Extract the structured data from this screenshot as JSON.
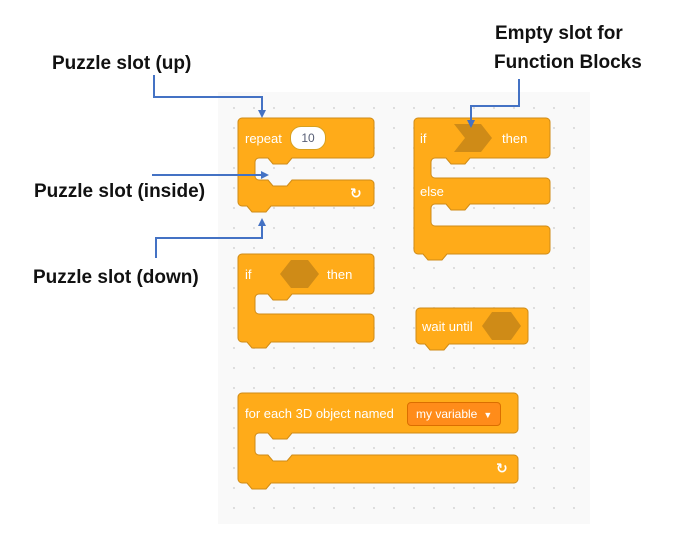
{
  "labels": {
    "slot_up": "Puzzle slot (up)",
    "slot_inside": "Puzzle slot (inside)",
    "slot_down": "Puzzle slot (down)",
    "empty_slot_line1": "Empty slot for",
    "empty_slot_line2": "Function Blocks"
  },
  "blocks": {
    "repeat": {
      "label": "repeat",
      "value": "10",
      "loop_icon": "loop-arrow-icon"
    },
    "if_else": {
      "if": "if",
      "then": "then",
      "else": "else"
    },
    "if_then": {
      "if": "if",
      "then": "then"
    },
    "wait_until": {
      "label": "wait until"
    },
    "for_each": {
      "label": "for each 3D object named",
      "variable": "my variable",
      "loop_icon": "loop-arrow-icon"
    }
  },
  "colors": {
    "block_fill": "#ffab19",
    "block_stroke": "#cf8b17",
    "hex_slot": "#cf8b17",
    "arrow": "#4472c4",
    "dropdown": "#ff8c1a"
  }
}
